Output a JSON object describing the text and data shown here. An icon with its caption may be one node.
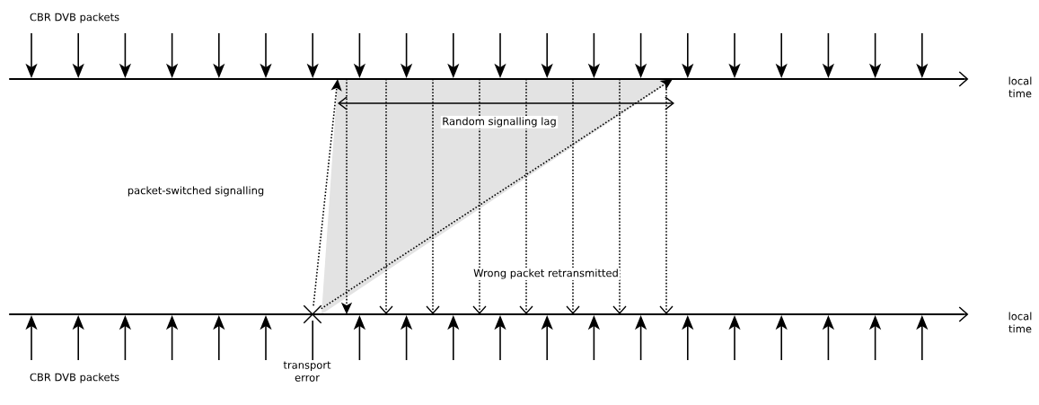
{
  "diagram": {
    "nodes": [
      {
        "text": [],
        "shape": "bar",
        "beside": [
          "local time"
        ]
      },
      {
        "text": [],
        "shape": "bar",
        "beside": [
          "local time"
        ]
      },
      {
        "text": [],
        "shape": "cross",
        "beside": [
          "transport error"
        ]
      }
    ],
    "edges": [
      {
        "from": 2,
        "to": 0,
        "arrow": "to",
        "style": "dashed"
      },
      {
        "from": 2,
        "to": 0,
        "arrow": "to",
        "style": "dashed"
      },
      {
        "from": 0,
        "to": 1,
        "arrow": "to",
        "style": "dashed"
      },
      {
        "from": 0,
        "to": 1,
        "arrow": "to",
        "style": "dashed"
      },
      {
        "from": 0,
        "to": 1,
        "arrow": "to",
        "style": "dashed"
      },
      {
        "from": 0,
        "to": 1,
        "arrow": "to",
        "style": "dashed"
      },
      {
        "from": 0,
        "to": 1,
        "arrow": "to",
        "style": "dashed"
      },
      {
        "from": 0,
        "to": 1,
        "arrow": "to",
        "style": "dashed"
      },
      {
        "from": 0,
        "to": 1,
        "arrow": "to",
        "style": "dashed"
      },
      {
        "from": 0,
        "to": 1,
        "arrow": "to",
        "style": "dashed"
      }
    ],
    "labels": [
      "CBR DVB packets",
      "Random signalling lag",
      "packet-switched signalling",
      "Wrong packet retransmitted",
      "CBR DVB packets"
    ]
  }
}
